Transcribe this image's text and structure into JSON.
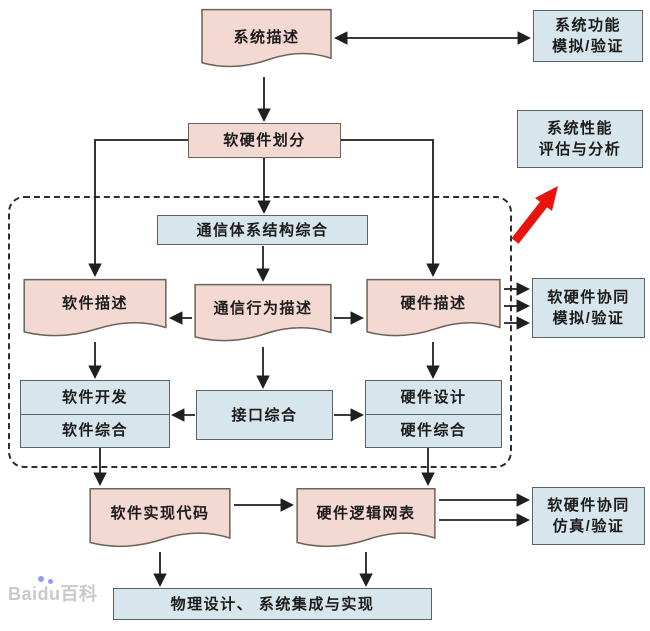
{
  "colors": {
    "doc_fill": "#f3d9d1",
    "pink_box_fill": "#f3d9d1",
    "blue_box_fill": "#d7e5ec",
    "box_border": "#55646d",
    "arrow": "#1f1f1f",
    "red_arrow": "#e8150f",
    "dashed_border": "#2f2f2f",
    "background": "#ffffff"
  },
  "nodes": {
    "system_description": {
      "label": "系统描述"
    },
    "system_function_sim": {
      "line1": "系统功能",
      "line2": "模拟/验证"
    },
    "hw_sw_partition": {
      "label": "软硬件划分"
    },
    "system_perf_eval": {
      "line1": "系统性能",
      "line2": "评估与分析"
    },
    "comm_arch_synthesis": {
      "label": "通信体系结构综合"
    },
    "sw_description": {
      "label": "软件描述"
    },
    "comm_behavior_description": {
      "label": "通信行为描述"
    },
    "hw_description": {
      "label": "硬件描述"
    },
    "sw_dev_synthesis": {
      "row1": "软件开发",
      "row2": "软件综合"
    },
    "interface_synthesis": {
      "label": "接口综合"
    },
    "hw_design_synthesis": {
      "row1": "硬件设计",
      "row2": "硬件综合"
    },
    "hw_sw_cosim_verify": {
      "line1": "软硬件协同",
      "line2": "模拟/验证"
    },
    "sw_impl_code": {
      "label": "软件实现代码"
    },
    "hw_logic_netlist": {
      "label": "硬件逻辑网表"
    },
    "hw_sw_cosim_simulate": {
      "line1": "软硬件协同",
      "line2": "仿真/验证"
    },
    "physical_design": {
      "label": "物理设计、 系统集成与实现"
    }
  },
  "watermark": {
    "text": "Baidu百科"
  }
}
